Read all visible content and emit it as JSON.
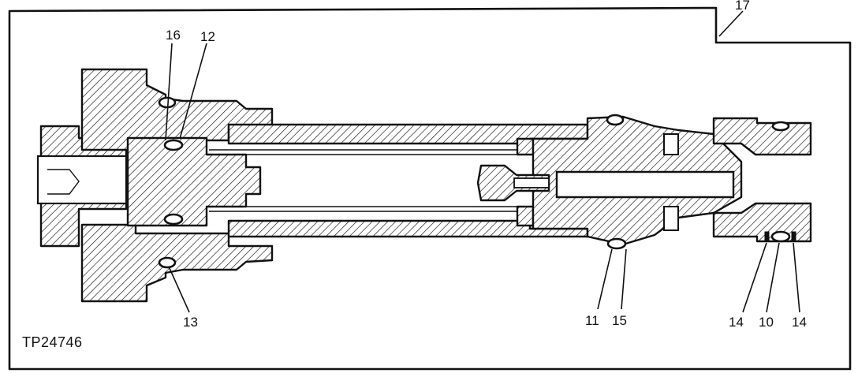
{
  "figure_id": "TP24746",
  "callouts": {
    "c16": "16",
    "c12": "12",
    "c17": "17",
    "c13": "13",
    "c11": "11",
    "c15": "15",
    "c14a": "14",
    "c10": "10",
    "c14b": "14"
  },
  "icons": {
    "diagram": "hydraulic-valve-cross-section"
  }
}
